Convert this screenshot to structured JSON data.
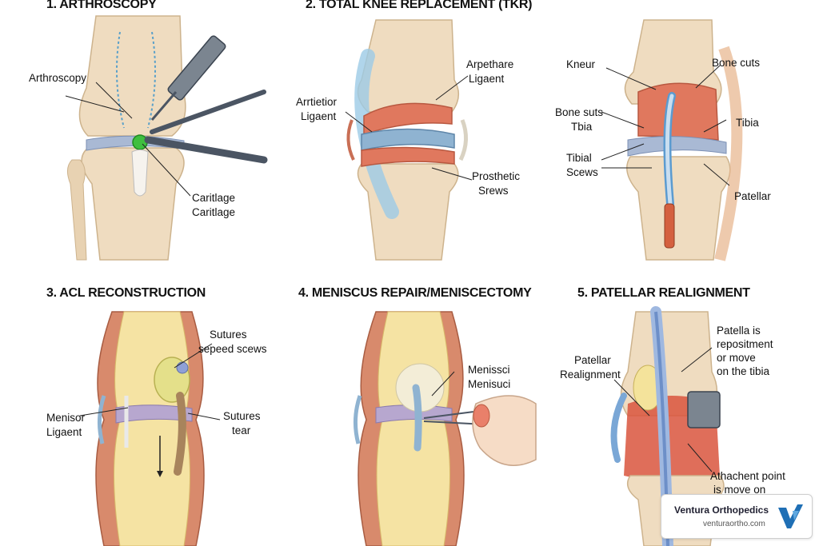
{
  "panels": [
    {
      "title": "1. ARTHROSCOPY",
      "labels": [
        "Arthroscopy",
        "Caritlage",
        "Caritlage"
      ]
    },
    {
      "title": "2. TOTAL KNEE REPLACEMENT (TKR)",
      "labels": [
        "Arpethare",
        "Ligaent",
        "Arrtietior",
        "Ligaent",
        "Prosthetic",
        "Srews"
      ]
    },
    {
      "title": "",
      "labels": [
        "Kneur",
        "Bone cuts",
        "Bone suts",
        "Tbia",
        "Tibia",
        "Tibial",
        "Scews",
        "Patellar"
      ]
    },
    {
      "title": "3. ACL RECONSTRUCTION",
      "labels": [
        "Sutures",
        "sepeed scews",
        "Menisor",
        "Ligaent",
        "Sutures",
        "tear"
      ]
    },
    {
      "title": "4. MENISCUS REPAIR/MENISCECTOMY",
      "labels": [
        "Menissci",
        "Menisuci"
      ]
    },
    {
      "title": "5. PATELLAR REALIGNMENT",
      "labels": [
        "Patella is",
        "repositment",
        "or move",
        "on the tibia",
        "Patellar",
        "Realignment",
        "Athachent point",
        "is move on"
      ]
    }
  ],
  "brand": {
    "name": "Ventura Orthopedics",
    "url": "venturaortho.com",
    "logo_icon": "v-checkmark-logo-icon"
  },
  "colors": {
    "bone": "#efdcc0",
    "bone_dark": "#d9bf98",
    "cartilage_blue": "#8fb3d1",
    "implant_red": "#e0785e",
    "soft_tissue": "#c96f55",
    "instrument": "#4b5563",
    "accent_green": "#3fbf3f",
    "brand_blue": "#1f6fb5"
  }
}
